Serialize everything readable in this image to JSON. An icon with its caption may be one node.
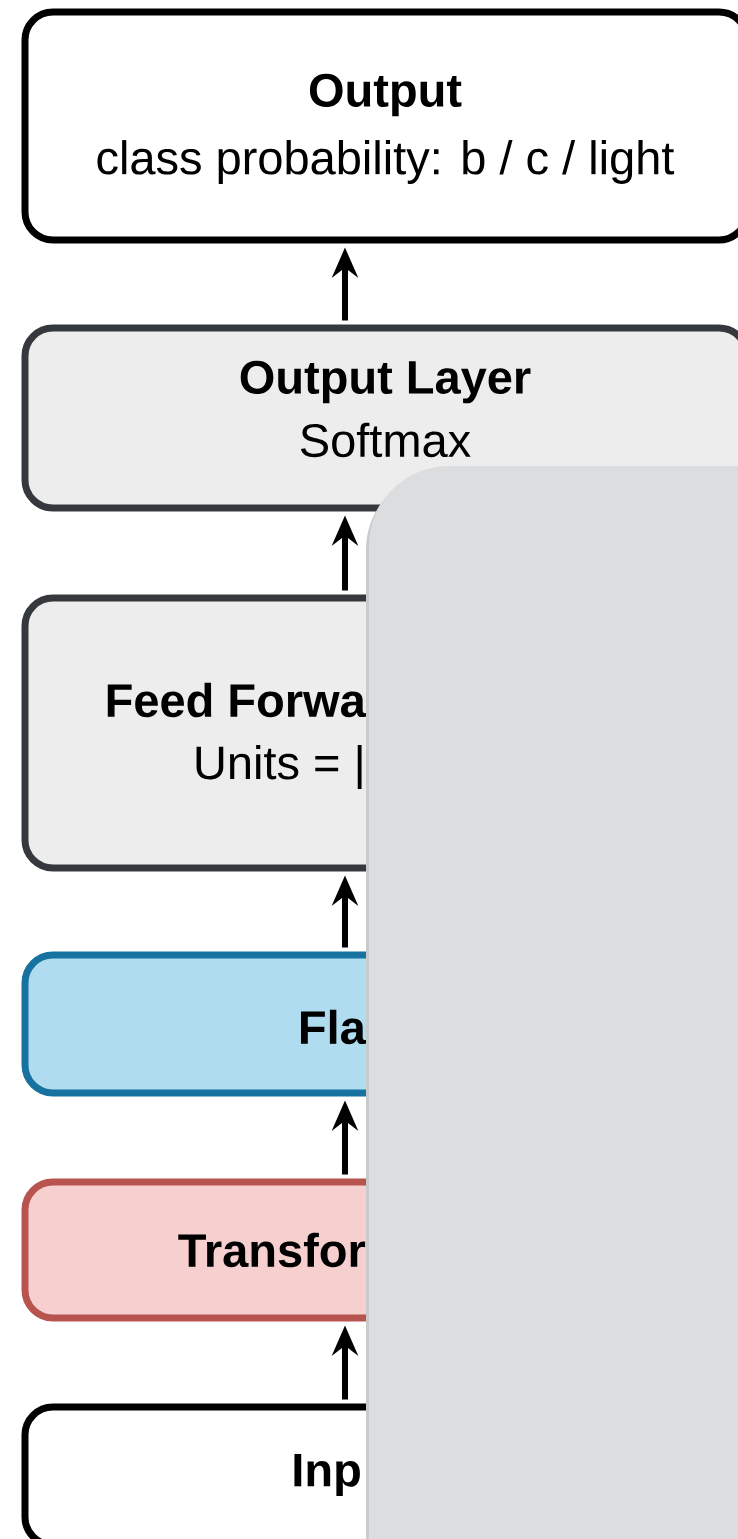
{
  "diagram": {
    "nodes": [
      {
        "text": [
          "Output",
          "class probability: b / c / light"
        ]
      },
      {
        "text": [
          "Output Layer",
          "Softmax"
        ]
      },
      {
        "text": [
          "Feed Forwa",
          "Units = |"
        ]
      },
      {
        "text": [
          "Fla"
        ]
      },
      {
        "text": [
          "Transfor"
        ]
      },
      {
        "text": [
          "Inp"
        ]
      }
    ],
    "edges": [
      {
        "from": 1,
        "to": 0,
        "arrow": "to"
      },
      {
        "from": 2,
        "to": 1,
        "arrow": "to"
      },
      {
        "from": 3,
        "to": 2,
        "arrow": "to"
      },
      {
        "from": 4,
        "to": 3,
        "arrow": "to"
      },
      {
        "from": 5,
        "to": 4,
        "arrow": "to"
      }
    ]
  }
}
